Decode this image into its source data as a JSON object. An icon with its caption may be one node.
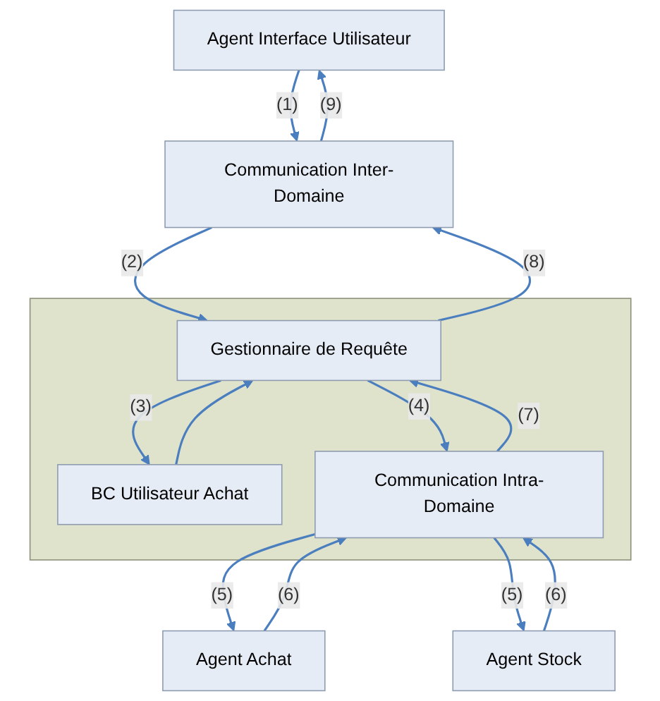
{
  "diagram": {
    "nodes": [
      {
        "text": [
          "Agent Interface Utilisateur"
        ]
      },
      {
        "text": [],
        "shape": "box"
      },
      {
        "text": [
          "Communication Inter-Domaine"
        ]
      },
      {
        "text": [
          "Gestionnaire de Requête"
        ],
        "in": 1
      },
      {
        "text": [
          "BC Utilisateur Achat"
        ],
        "in": 1
      },
      {
        "text": [
          "Communication Intra-Domaine"
        ],
        "in": 1
      },
      {
        "text": [
          "Agent Achat"
        ]
      },
      {
        "text": [
          "Agent Stock"
        ]
      }
    ],
    "edges": [
      {
        "from": 2,
        "to": 0,
        "arrow": "to",
        "label": "(9)"
      },
      {
        "from": 0,
        "to": 2,
        "arrow": "to",
        "label": "(1)"
      },
      {
        "from": 3,
        "to": 2,
        "arrow": "to",
        "label": "(8)"
      },
      {
        "from": 2,
        "to": 3,
        "arrow": "to",
        "label": "(2)"
      },
      {
        "from": 4,
        "to": 3,
        "arrow": "to"
      },
      {
        "from": 3,
        "to": 4,
        "arrow": "to",
        "label": "(3)"
      },
      {
        "from": 3,
        "to": 5,
        "arrow": "to",
        "label": "(4)"
      },
      {
        "from": 5,
        "to": 3,
        "arrow": "to",
        "label": "(7)"
      },
      {
        "from": 5,
        "to": 6,
        "arrow": "to",
        "label": "(5)"
      },
      {
        "from": 6,
        "to": 5,
        "arrow": "to",
        "label": "(6)"
      },
      {
        "from": 5,
        "to": 7,
        "arrow": "to",
        "label": "(5)"
      },
      {
        "from": 7,
        "to": 5,
        "arrow": "to",
        "label": "(6)"
      }
    ]
  }
}
